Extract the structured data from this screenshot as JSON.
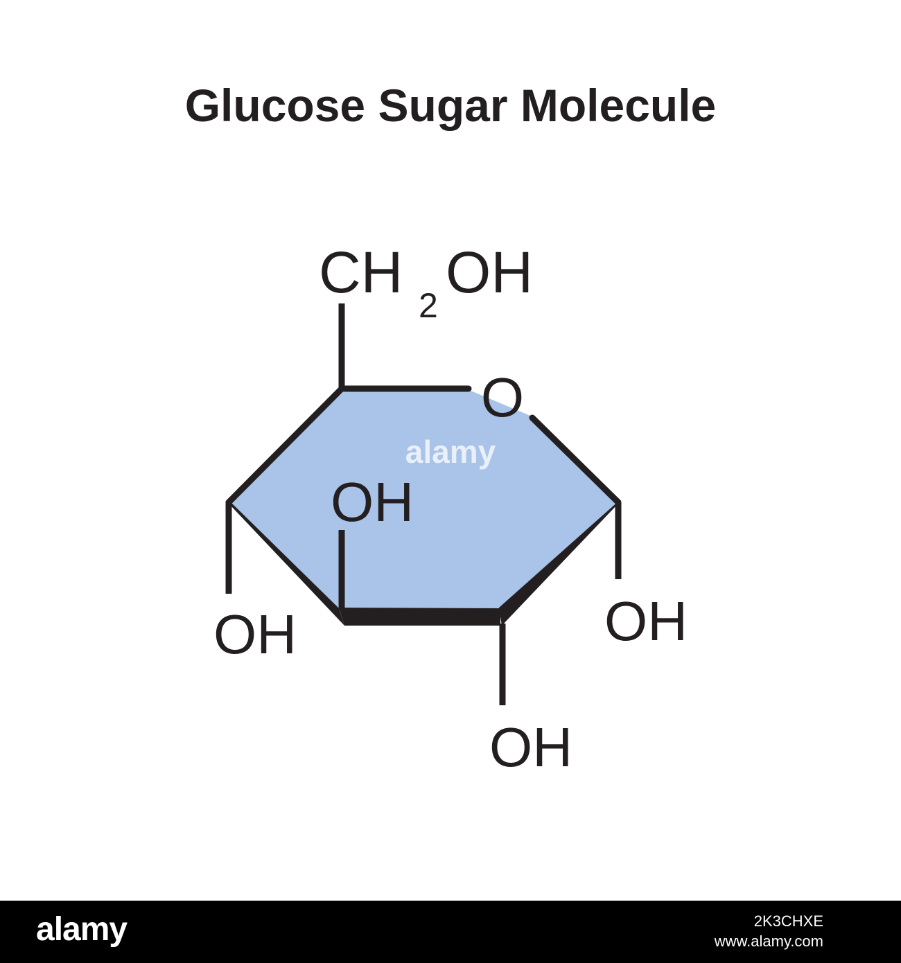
{
  "title": "Glucose Sugar Molecule",
  "colors": {
    "ring_fill": "#a9c4e8",
    "bond": "#231f20",
    "text": "#231f20",
    "footer_bg": "#000000",
    "footer_text": "#ffffff"
  },
  "molecule": {
    "ring_oxygen": "O",
    "substituents": {
      "top_group_main": "CH",
      "top_group_subscript": "2",
      "top_group_end": "OH",
      "inner_hydroxyl": "OH",
      "left_hydroxyl": "OH",
      "right_hydroxyl": "OH",
      "bottom_hydroxyl": "OH"
    }
  },
  "watermark": {
    "center_text": "alamy"
  },
  "footer": {
    "logo": "alamy",
    "image_id": "2K3CHXE",
    "url": "www.alamy.com"
  }
}
